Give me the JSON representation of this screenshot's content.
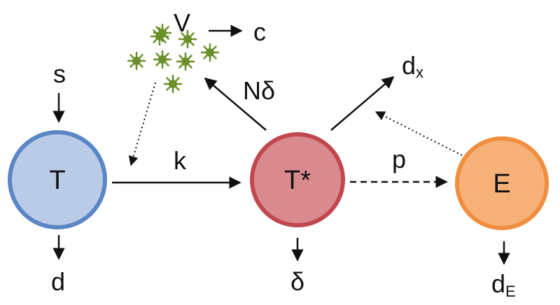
{
  "nodes": {
    "T": {
      "label": "T",
      "fill": "#b9cbe6",
      "stroke": "#5a86c6"
    },
    "Ts": {
      "label": "T*",
      "fill": "#d98a8e",
      "stroke": "#c0474e"
    },
    "E": {
      "label": "E",
      "fill": "#f6b179",
      "stroke": "#f08d3e"
    }
  },
  "virus": {
    "label": "V",
    "color": "#6b8f2a",
    "particle_count": 8
  },
  "rates": {
    "source": "s",
    "death_T": "d",
    "infection": "k",
    "virus_clearance": "c",
    "burst": "Nδ",
    "death_Tstar": "δ",
    "proliferation": "p",
    "killing_main": "d",
    "killing_sub": "x",
    "death_E_main": "d",
    "death_E_sub": "E"
  }
}
